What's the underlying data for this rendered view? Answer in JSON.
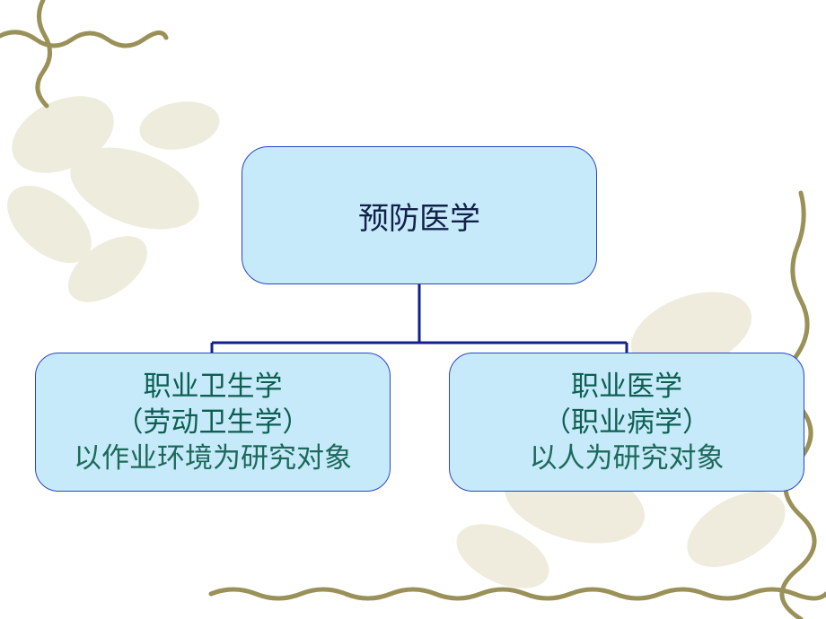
{
  "colors": {
    "node_fill": "#c6eafa",
    "node_border": "#2a45c8",
    "connector": "#12208c",
    "text_root": "#12204a",
    "text_children": "#0d5f52",
    "decoration_vine": "#9a9158",
    "decoration_leaf": "#e6e2cf"
  },
  "diagram": {
    "root": {
      "label": "预防医学"
    },
    "children": [
      {
        "lines": [
          "职业卫生学",
          "（劳动卫生学）",
          "以作业环境为研究对象"
        ]
      },
      {
        "lines": [
          "职业医学",
          "（职业病学）",
          "以人为研究对象"
        ]
      }
    ]
  }
}
